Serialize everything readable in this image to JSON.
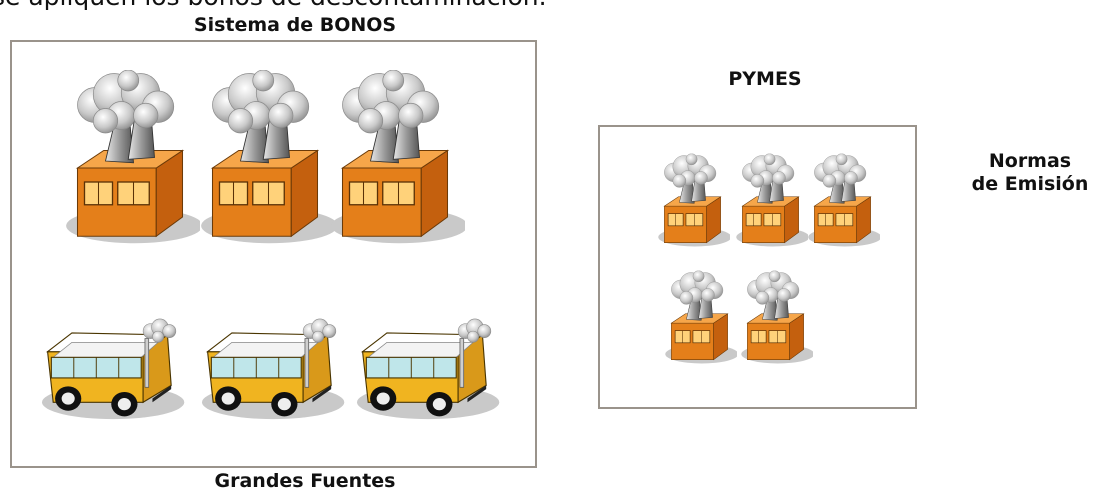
{
  "header_cut_text": "se apliquen los bonos de descontaminación.",
  "big_panel": {
    "title": "Sistema de BONOS",
    "caption": "Grandes Fuentes",
    "factories": 3,
    "buses": 3
  },
  "small_panel": {
    "title": "PYMES",
    "factories": 5
  },
  "side_label": {
    "line1": "Normas",
    "line2": "de Emisión"
  }
}
